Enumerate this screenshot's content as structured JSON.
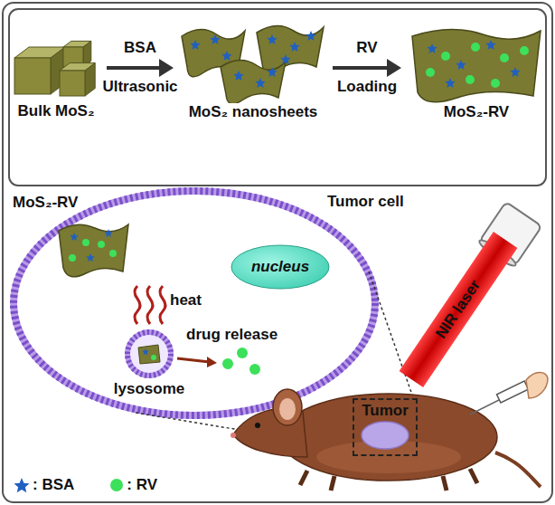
{
  "diagram": {
    "nodes": [
      {
        "text": [
          "Bulk MoS₂"
        ]
      },
      {
        "text": [
          "MoS₂ nanosheets"
        ]
      },
      {
        "text": [
          "MoS₂-RV"
        ]
      },
      {
        "text": [
          "nucleus"
        ]
      },
      {
        "text": [
          "lysosome"
        ]
      },
      {
        "text": [
          "NIR laser"
        ]
      },
      {
        "text": [
          "Tumor"
        ]
      }
    ],
    "edges": [
      {
        "from": 0,
        "to": 1,
        "label": "BSA",
        "arrow": "to"
      },
      {
        "from": 1,
        "to": 2,
        "label": "RV",
        "arrow": "to"
      }
    ],
    "labels": [
      "Ultrasonic",
      "Loading",
      "Tumor cell",
      "MoS₂-RV",
      "heat",
      "drug release"
    ],
    "legend": [
      {
        "text": ": BSA"
      },
      {
        "text": ": RV",
        "color": "#3de05a"
      }
    ]
  }
}
